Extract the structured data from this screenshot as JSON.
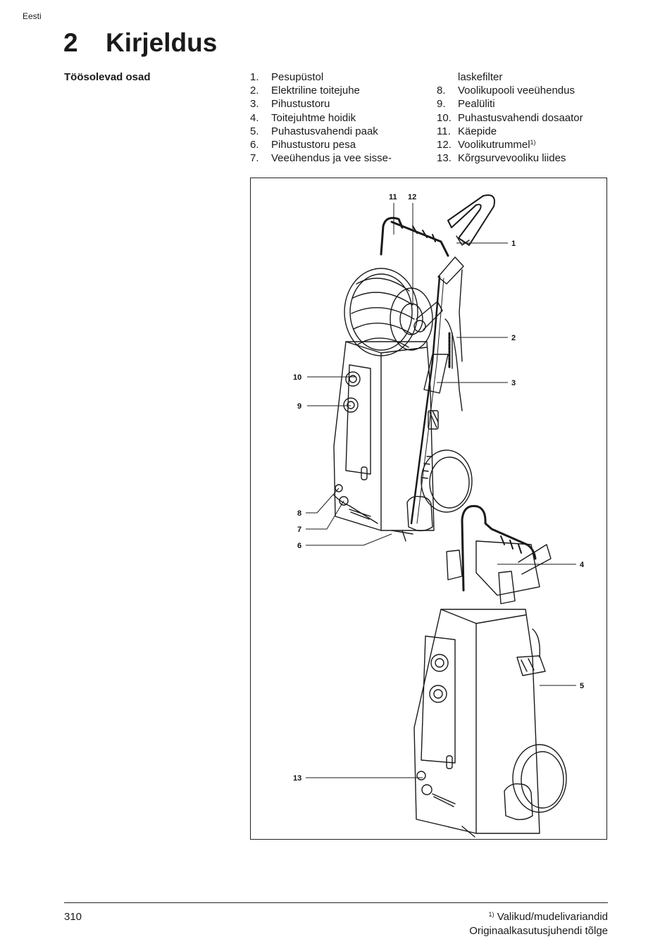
{
  "header": {
    "language": "Eesti"
  },
  "chapter": {
    "number": "2",
    "title": "Kirjeldus"
  },
  "section": {
    "label": "Töösolevad osad"
  },
  "parts": [
    {
      "num": "1.",
      "label": "Pesupüstol"
    },
    {
      "num": "2.",
      "label": "Elektriline toitejuhe"
    },
    {
      "num": "3.",
      "label": "Pihustustoru"
    },
    {
      "num": "4.",
      "label": "Toitejuhtme hoidik"
    },
    {
      "num": "5.",
      "label": "Puhastusvahendi paak"
    },
    {
      "num": "6.",
      "label": "Pihustustoru pesa"
    },
    {
      "num": "7.",
      "label": "Veeühendus ja vee sisse-",
      "continuation": "laskefilter"
    },
    {
      "num": "8.",
      "label": "Voolikupooli veeühendus"
    },
    {
      "num": "9.",
      "label": "Pealüliti"
    },
    {
      "num": "10.",
      "label": "Puhastusvahendi dosaator"
    },
    {
      "num": "11.",
      "label": "Käepide"
    },
    {
      "num": "12.",
      "label": "Voolikutrummel",
      "footnote_mark": "1)"
    },
    {
      "num": "13.",
      "label": "Kõrgsurvevooliku liides"
    }
  ],
  "figure": {
    "callouts": [
      "1",
      "2",
      "3",
      "4",
      "5",
      "6",
      "7",
      "8",
      "9",
      "10",
      "11",
      "12",
      "13"
    ]
  },
  "footer": {
    "page_number": "310",
    "footnote_mark": "1)",
    "footnote_text": "Valikud/mudelivariandid",
    "translation_note": "Originaalkasutusjuhendi tõlge"
  }
}
